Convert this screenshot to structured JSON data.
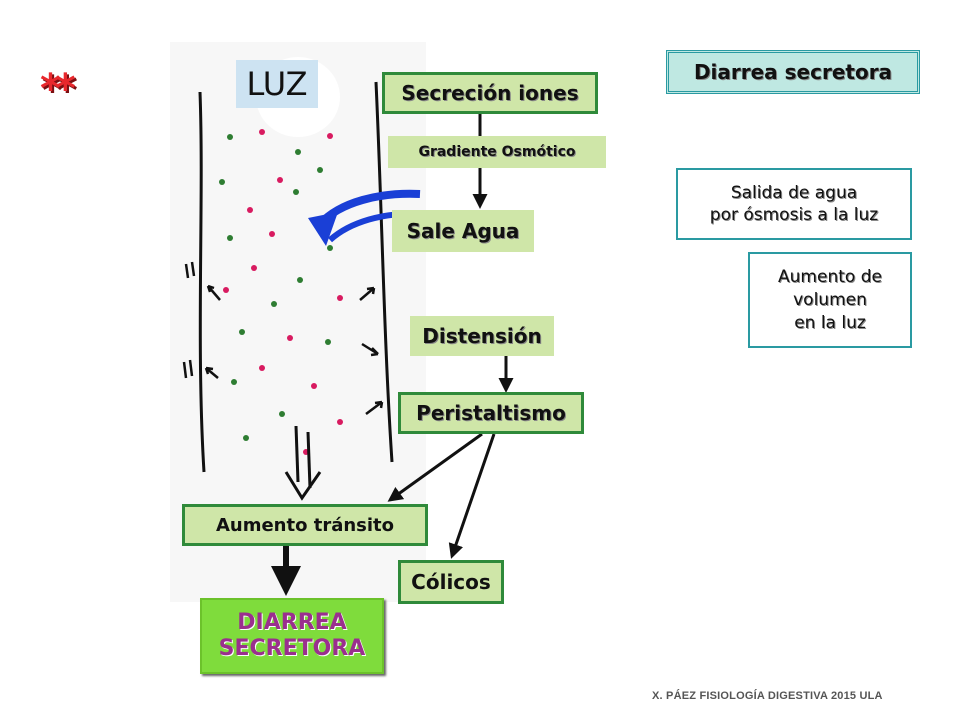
{
  "slide": {
    "stars": "**",
    "luz_label": "LUZ",
    "secrecion_iones": "Secreción iones",
    "gradiente_osmotico": "Gradiente  Osmótico",
    "sale_agua": "Sale Agua",
    "distension": "Distensión",
    "peristaltismo": "Peristaltismo",
    "aumento_transito": "Aumento tránsito",
    "colicos": "Cólicos",
    "diarrea_final_line1": "DIARREA",
    "diarrea_final_line2": "SECRETORA",
    "diarrea_secretora_title": "Diarrea secretora",
    "salida_agua_line1": "Salida de agua",
    "salida_agua_line2": "por ósmosis a la luz",
    "aumento_volumen_line1": "Aumento de",
    "aumento_volumen_line2": "volumen",
    "aumento_volumen_line3": "en la luz",
    "footer": "X. PÁEZ   FISIOLOGÍA DIGESTIVA 2015  ULA"
  },
  "colors": {
    "green_box": "#cfe6a8",
    "green_border": "#2f8a3a",
    "teal_border": "#2a9aa2",
    "final_box": "#7fdc3c",
    "final_text": "#9a2f8e",
    "stars": "#e8282d",
    "luz_box": "#cde3f2",
    "blue_arrow": "#1a3fd6"
  }
}
